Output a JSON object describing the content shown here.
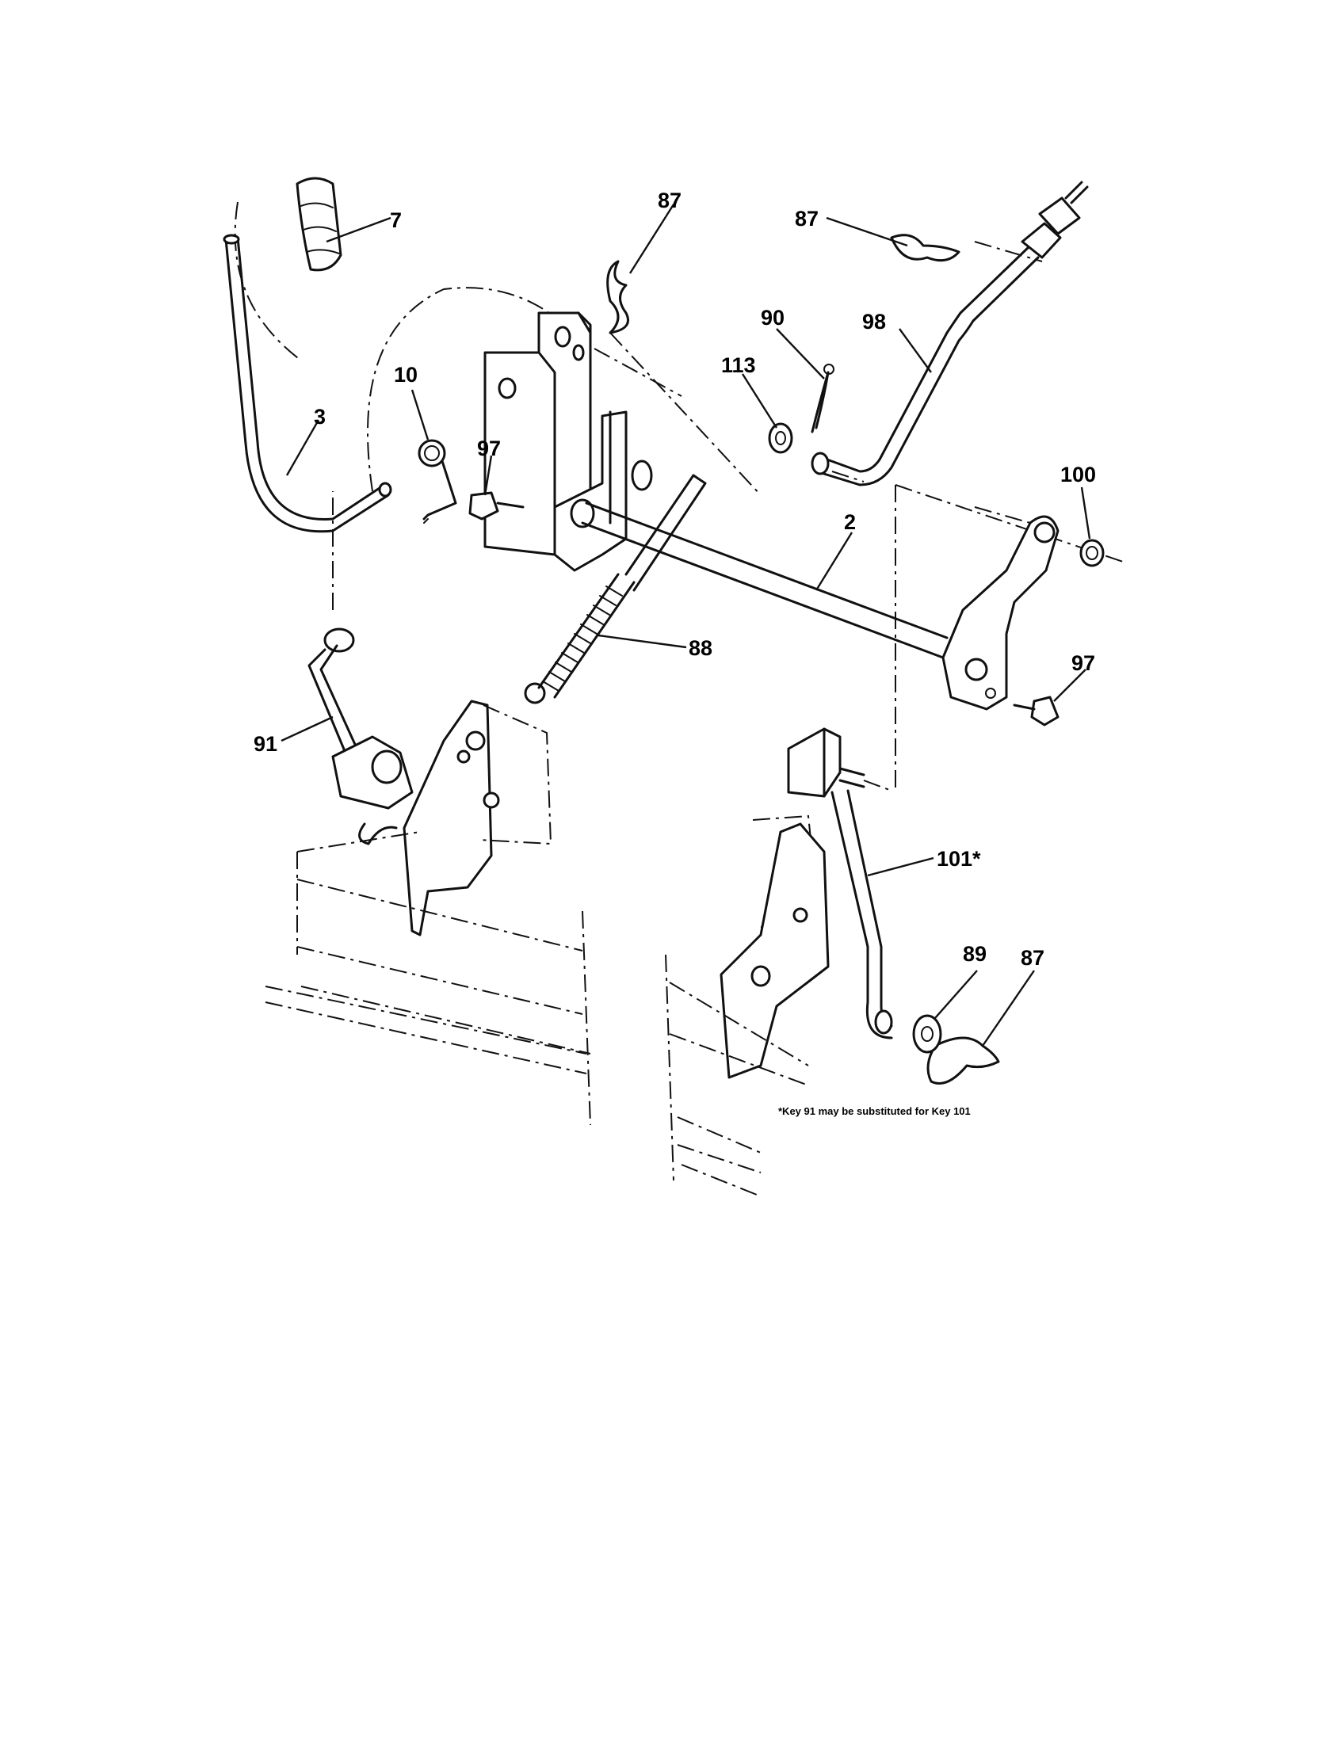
{
  "callouts": {
    "c7": "7",
    "c87_top": "87",
    "c87_right": "87",
    "c87_bottom": "87",
    "c3": "3",
    "c10": "10",
    "c97_left": "97",
    "c97_right": "97",
    "c90": "90",
    "c98": "98",
    "c113": "113",
    "c100": "100",
    "c2": "2",
    "c88": "88",
    "c91": "91",
    "c101": "101*",
    "c89": "89"
  },
  "footnote": "*Key 91 may be substituted for Key 101"
}
